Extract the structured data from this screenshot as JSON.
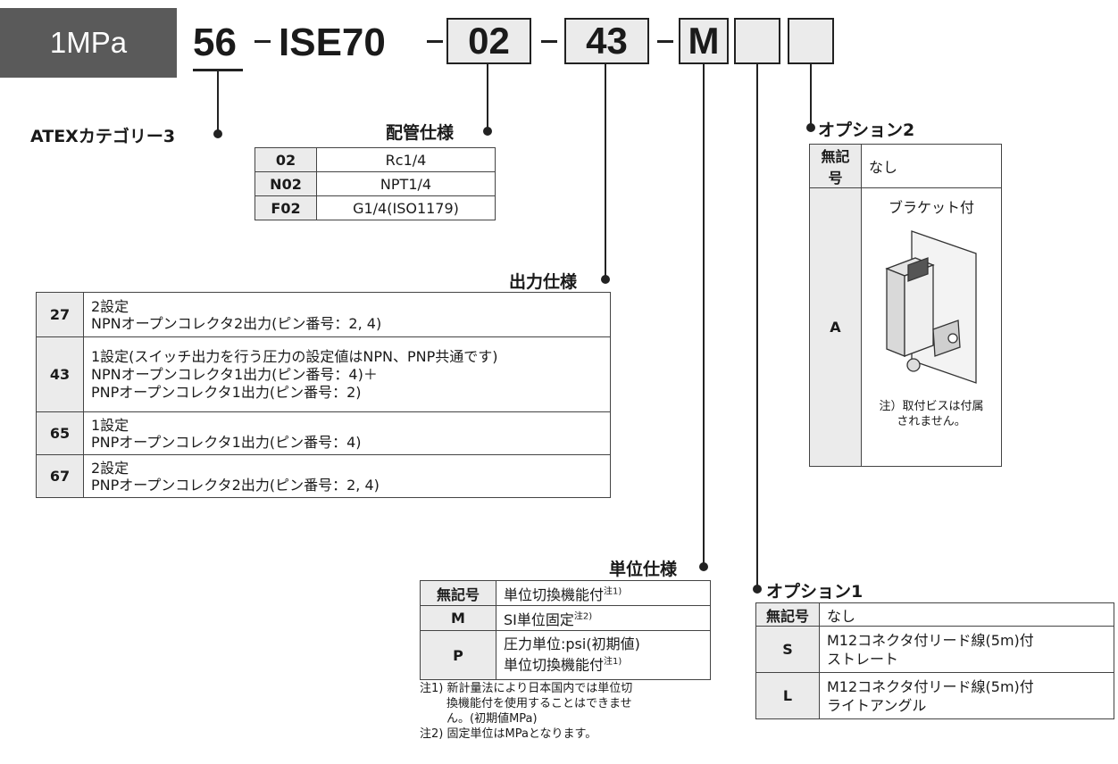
{
  "header": {
    "pressure": "1MPa",
    "series": "56",
    "model": "ISE70",
    "port_code": "02",
    "output_code": "43",
    "unit_code": "M",
    "dash": "−"
  },
  "atex_label": "ATEXカテゴリー3",
  "piping": {
    "title": "配管仕様",
    "rows": [
      {
        "code": "02",
        "desc": "Rc1/4"
      },
      {
        "code": "N02",
        "desc": "NPT1/4"
      },
      {
        "code": "F02",
        "desc": "G1/4(ISO1179)"
      }
    ]
  },
  "output": {
    "title": "出力仕様",
    "rows": [
      {
        "code": "27",
        "lines": [
          "2設定",
          "NPNオープンコレクタ2出力(ピン番号：2, 4)"
        ]
      },
      {
        "code": "43",
        "lines": [
          "1設定(スイッチ出力を行う圧力の設定値はNPN、PNP共通です)",
          "NPNオープンコレクタ1出力(ピン番号：4)＋",
          "PNPオープンコレクタ1出力(ピン番号：2)"
        ]
      },
      {
        "code": "65",
        "lines": [
          "1設定",
          "PNPオープンコレクタ1出力(ピン番号：4)"
        ]
      },
      {
        "code": "67",
        "lines": [
          "2設定",
          "PNPオープンコレクタ2出力(ピン番号：2, 4)"
        ]
      }
    ]
  },
  "unit": {
    "title": "単位仕様",
    "rows": [
      {
        "code": "無記号",
        "lines": [
          "単位切換機能付",
          "注1)"
        ]
      },
      {
        "code": "M",
        "lines": [
          "SI単位固定",
          "注2)"
        ]
      },
      {
        "code": "P",
        "lines": [
          "圧力単位:psi(初期値)",
          "単位切換機能付",
          "注1)"
        ]
      }
    ],
    "notes": [
      "注1) 新計量法により日本国内では単位切",
      "換機能付を使用することはできませ",
      "ん。(初期値MPa)",
      "注2) 固定単位はMPaとなります。"
    ]
  },
  "option1": {
    "title": "オプション1",
    "rows": [
      {
        "code": "無記号",
        "lines": [
          "なし"
        ]
      },
      {
        "code": "S",
        "lines": [
          "M12コネクタ付リード線(5m)付",
          "ストレート"
        ]
      },
      {
        "code": "L",
        "lines": [
          "M12コネクタ付リード線(5m)付",
          "ライトアングル"
        ]
      }
    ]
  },
  "option2": {
    "title": "オプション2",
    "none_code": "無記号",
    "none_desc": "なし",
    "a_code": "A",
    "a_desc": "ブラケット付",
    "a_note_1": "注）取付ビスは付属",
    "a_note_2": "されません。"
  }
}
